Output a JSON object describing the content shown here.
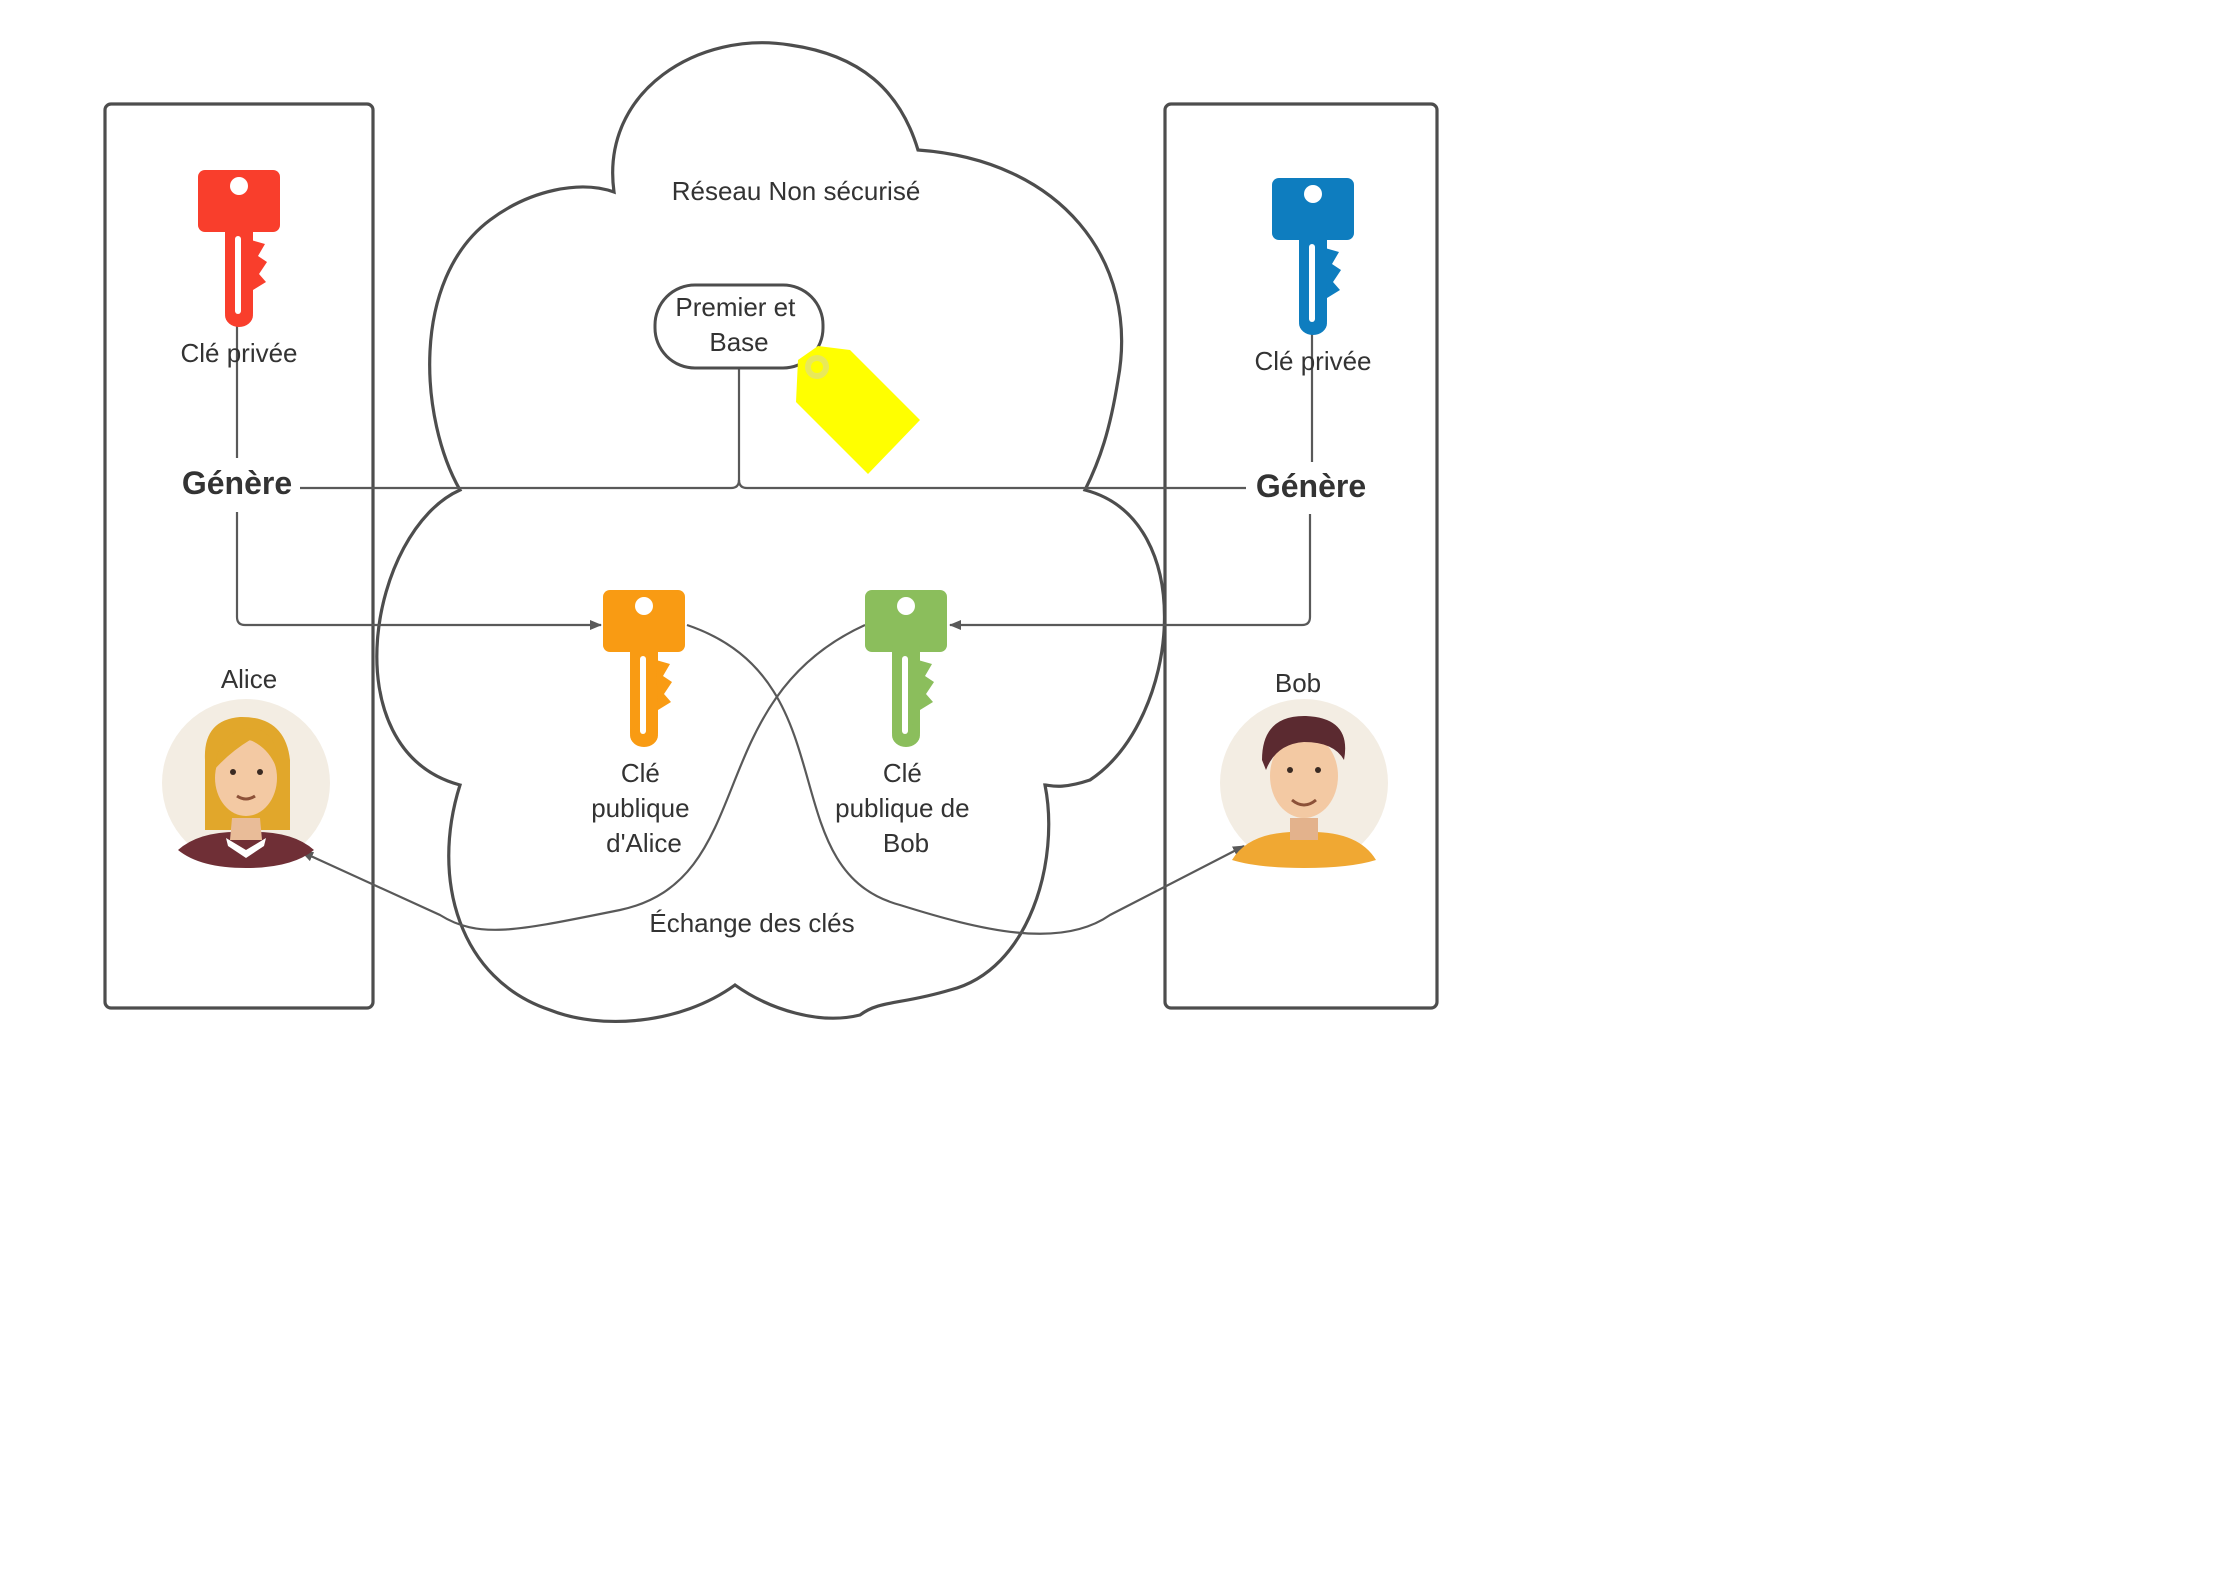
{
  "network_label": "Réseau Non sécurisé",
  "prime_base": [
    "Premier et",
    "Base"
  ],
  "left_panel": {
    "private_key_label": "Clé privée",
    "generate_label": "Génère",
    "person_name": "Alice",
    "key_color": "#f93e2c"
  },
  "right_panel": {
    "private_key_label": "Clé privée",
    "generate_label": "Génère",
    "person_name": "Bob",
    "key_color": "#0e7dbf"
  },
  "public_keys": {
    "alice": {
      "lines": [
        "Clé",
        "publique",
        "d'Alice"
      ],
      "color": "#f99b13"
    },
    "bob": {
      "lines": [
        "Clé",
        "publique de",
        "Bob"
      ],
      "color": "#8bbe5c"
    }
  },
  "exchange_label": "Échange des clés",
  "tag_color": "#ffff00"
}
